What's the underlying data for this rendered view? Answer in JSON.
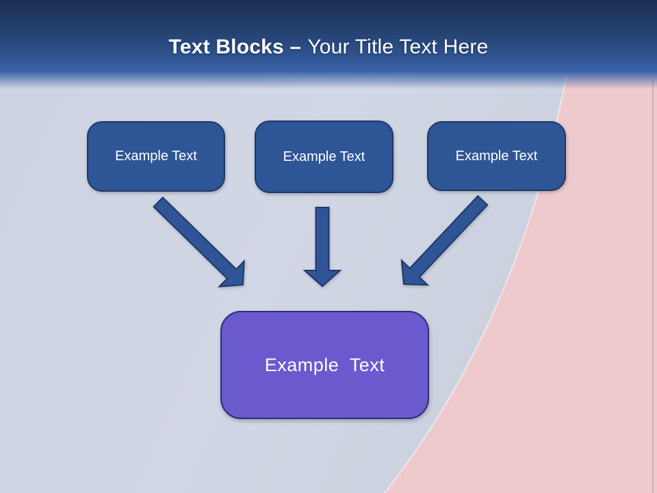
{
  "slide": {
    "header": {
      "title_bold": "Text Blocks –",
      "title_regular": "Your Title Text Here"
    },
    "blocks": [
      {
        "label": "Example Text"
      },
      {
        "label": "Example Text"
      },
      {
        "label": "Example Text"
      }
    ],
    "result_block": {
      "label": "Example Text"
    },
    "icons": {
      "arrow_1": "arrow-down-right-icon",
      "arrow_2": "arrow-down-icon",
      "arrow_3": "arrow-down-left-icon"
    },
    "colors": {
      "header_top": "#1b2e54",
      "header_mid": "#2f528f",
      "header_bottom": "#3a62a9",
      "background": "#ccd2e1",
      "background_mid": "#d2d7e5",
      "background_low": "#c5cbd7",
      "background_pink": "#eecacd",
      "block_fill": "#2e5596",
      "block_border": "#1f3864",
      "arrow_fill": "#2f5597",
      "arrow_border": "#1f3864",
      "result_fill": "#6a5ace",
      "result_border": "#2d2d73",
      "text": "#ffffff"
    }
  }
}
